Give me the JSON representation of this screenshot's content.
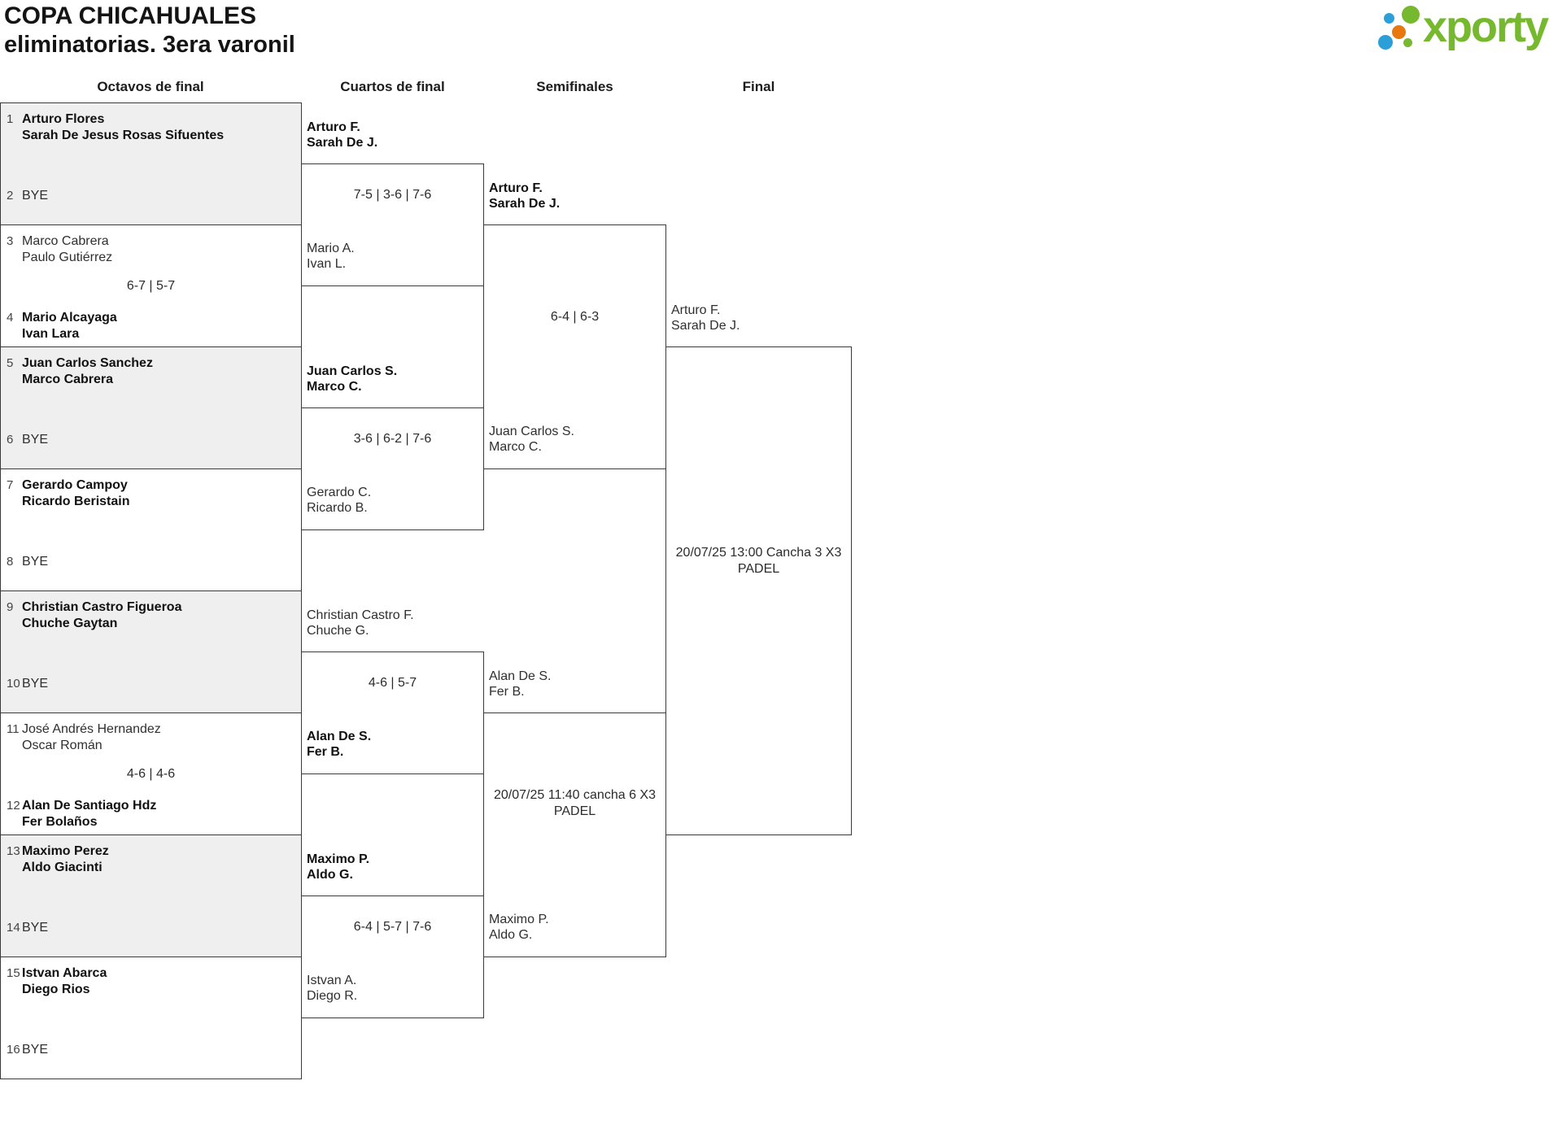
{
  "header": {
    "title": "COPA CHICAHUALES",
    "subtitle": "eliminatorias. 3era varonil"
  },
  "logo": {
    "text": "xporty",
    "colors": {
      "brand_green": "#76b82e",
      "dot_blue": "#2d9fd8",
      "dot_orange": "#e8770e"
    }
  },
  "theme": {
    "shaded_box_gray": "#efefef",
    "line_color": "#3a3a3a"
  },
  "rounds": {
    "r16": "Octavos de final",
    "qf": "Cuartos de final",
    "sf": "Semifinales",
    "f": "Final"
  },
  "r16": [
    {
      "seed_a": "1",
      "a1": "Arturo Flores",
      "a2": "Sarah De Jesus Rosas Sifuentes",
      "score": "",
      "seed_b": "2",
      "b1": "BYE",
      "b2": "",
      "winner": "A"
    },
    {
      "seed_a": "3",
      "a1": "Marco Cabrera",
      "a2": "Paulo Gutiérrez",
      "score": "6-7 | 5-7",
      "seed_b": "4",
      "b1": "Mario Alcayaga",
      "b2": "Ivan Lara",
      "winner": "B"
    },
    {
      "seed_a": "5",
      "a1": "Juan Carlos Sanchez",
      "a2": "Marco Cabrera",
      "score": "",
      "seed_b": "6",
      "b1": "BYE",
      "b2": "",
      "winner": "A"
    },
    {
      "seed_a": "7",
      "a1": "Gerardo Campoy",
      "a2": "Ricardo Beristain",
      "score": "",
      "seed_b": "8",
      "b1": "BYE",
      "b2": "",
      "winner": "A"
    },
    {
      "seed_a": "9",
      "a1": "Christian Castro Figueroa",
      "a2": "Chuche Gaytan",
      "score": "",
      "seed_b": "10",
      "b1": "BYE",
      "b2": "",
      "winner": "A"
    },
    {
      "seed_a": "11",
      "a1": "José Andrés Hernandez",
      "a2": "Oscar Román",
      "score": "4-6 | 4-6",
      "seed_b": "12",
      "b1": "Alan De Santiago Hdz",
      "b2": "Fer Bolaños",
      "winner": "B"
    },
    {
      "seed_a": "13",
      "a1": "Maximo Perez",
      "a2": "Aldo Giacinti",
      "score": "",
      "seed_b": "14",
      "b1": "BYE",
      "b2": "",
      "winner": "A"
    },
    {
      "seed_a": "15",
      "a1": "Istvan Abarca",
      "a2": "Diego Rios",
      "score": "",
      "seed_b": "16",
      "b1": "BYE",
      "b2": "",
      "winner": "A"
    }
  ],
  "qf": [
    {
      "a1": "Arturo F.",
      "a2": "Sarah De J.",
      "score": "7-5 | 3-6 | 7-6",
      "b1": "Mario A.",
      "b2": "Ivan L.",
      "winner": "A"
    },
    {
      "a1": "Juan Carlos S.",
      "a2": "Marco C.",
      "score": "3-6 | 6-2 | 7-6",
      "b1": "Gerardo C.",
      "b2": "Ricardo B.",
      "winner": "A"
    },
    {
      "a1": "Christian Castro F.",
      "a2": "Chuche G.",
      "score": "4-6 | 5-7",
      "b1": "Alan De S.",
      "b2": "Fer B.",
      "winner": "B"
    },
    {
      "a1": "Maximo P.",
      "a2": "Aldo G.",
      "score": "6-4 | 5-7 | 7-6",
      "b1": "Istvan A.",
      "b2": "Diego R.",
      "winner": "A"
    }
  ],
  "sf": [
    {
      "a1": "Arturo F.",
      "a2": "Sarah De J.",
      "score": "6-4 | 6-3",
      "b1": "Juan Carlos S.",
      "b2": "Marco C.",
      "winner": "A"
    },
    {
      "a1": "Alan De S.",
      "a2": "Fer B.",
      "sched1": "20/07/25 11:40 cancha 6 X3",
      "sched2": "PADEL",
      "b1": "Maximo P.",
      "b2": "Aldo G."
    }
  ],
  "f": {
    "a1": "Arturo F.",
    "a2": "Sarah De J.",
    "sched1": "20/07/25 13:00 Cancha 3 X3",
    "sched2": "PADEL"
  }
}
